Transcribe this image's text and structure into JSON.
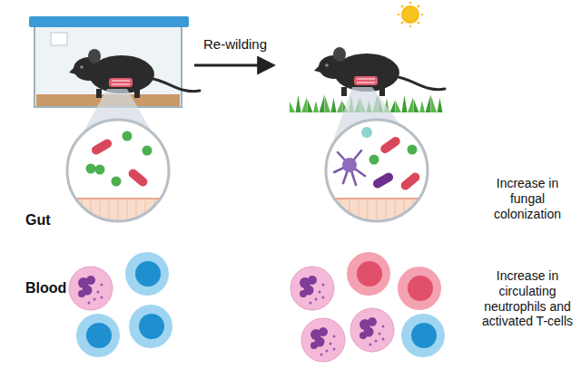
{
  "diagram": {
    "labels": [
      "Re-wilding",
      "Gut",
      "Increase in fungal colonization",
      "Blood",
      "Increase in circulating neutrophils and activated T-cells"
    ]
  }
}
